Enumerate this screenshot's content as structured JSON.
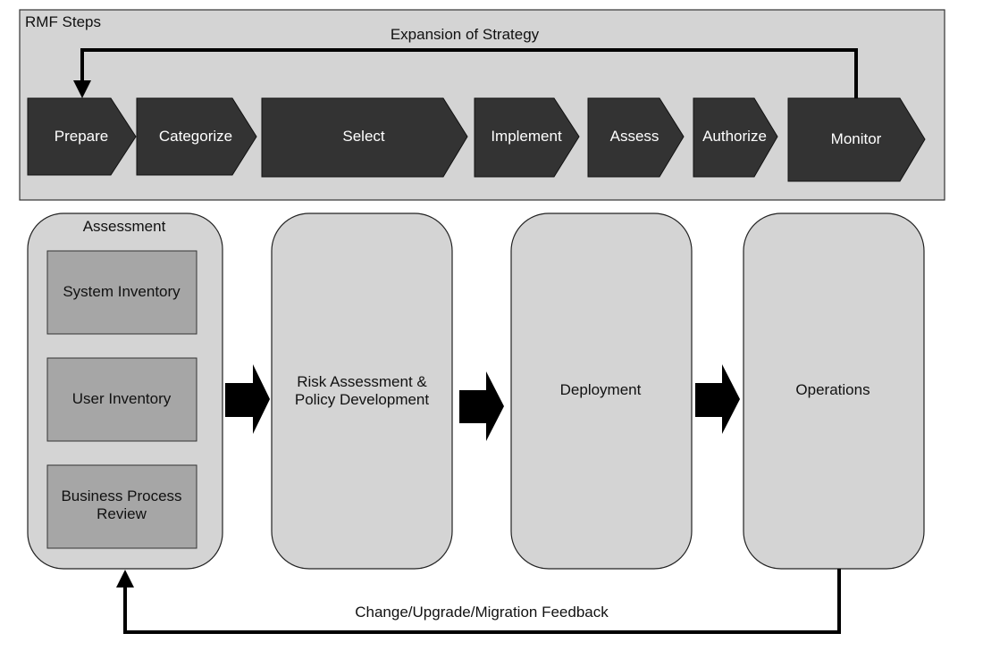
{
  "rmf_panel": {
    "title": "RMF Steps",
    "feedback_label": "Expansion of Strategy",
    "steps": [
      "Prepare",
      "Categorize",
      "Select",
      "Implement",
      "Assess",
      "Authorize",
      "Monitor"
    ]
  },
  "phases": {
    "assessment": {
      "title": "Assessment",
      "items": [
        "System Inventory",
        "User Inventory",
        "Business Process Review"
      ]
    },
    "risk_policy": "Risk Assessment & Policy Development",
    "deployment": "Deployment",
    "operations": "Operations"
  },
  "bottom_feedback_label": "Change/Upgrade/Migration Feedback",
  "colors": {
    "panel_fill": "#d4d4d4",
    "step_fill": "#333333",
    "phase_fill": "#d4d4d4",
    "item_fill": "#a6a6a6",
    "arrow_fill": "#000000",
    "line": "#000000"
  }
}
